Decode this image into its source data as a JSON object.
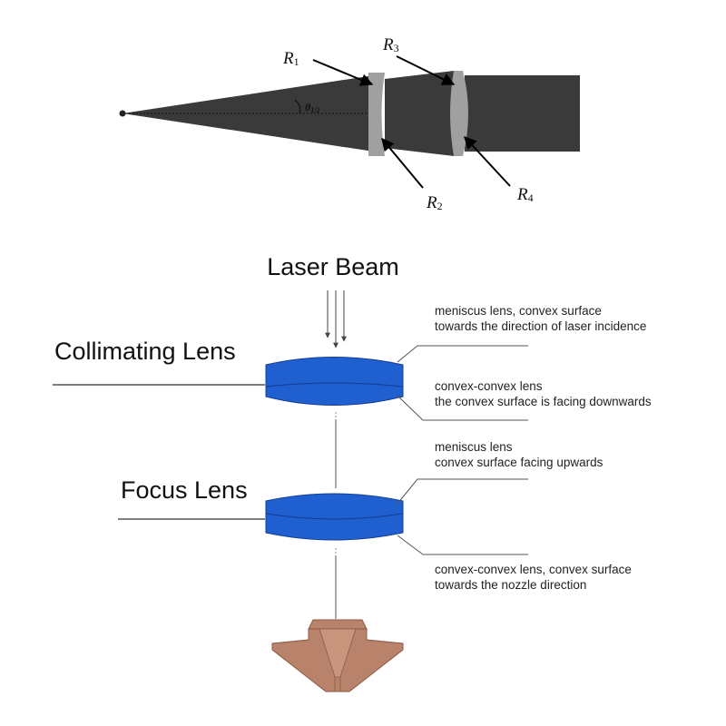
{
  "top_diagram": {
    "labels": {
      "r1": "R",
      "r1_sub": "1",
      "r2": "R",
      "r2_sub": "2",
      "r3": "R",
      "r3_sub": "3",
      "r4": "R",
      "r4_sub": "4",
      "angle": "θ",
      "angle_sub": "1/2"
    },
    "colors": {
      "beam": "#3a3a3a",
      "lens": "#a0a0a0",
      "arrow": "#000000"
    }
  },
  "bottom_diagram": {
    "title": "Laser Beam",
    "collimating_label": "Collimating Lens",
    "focus_label": "Focus Lens",
    "annotations": [
      {
        "line1": "meniscus lens, convex surface",
        "line2": "towards the direction of laser incidence"
      },
      {
        "line1": "convex-convex lens",
        "line2": "the convex surface is facing downwards"
      },
      {
        "line1": "meniscus lens",
        "line2": "convex surface facing upwards"
      },
      {
        "line1": "convex-convex lens, convex surface",
        "line2": "towards the nozzle direction"
      }
    ],
    "colors": {
      "lens_fill": "#1f5fd0",
      "lens_stroke": "#163f94",
      "nozzle": "#b9826a",
      "nozzle_dark": "#8a5a44",
      "line": "#555555"
    }
  }
}
